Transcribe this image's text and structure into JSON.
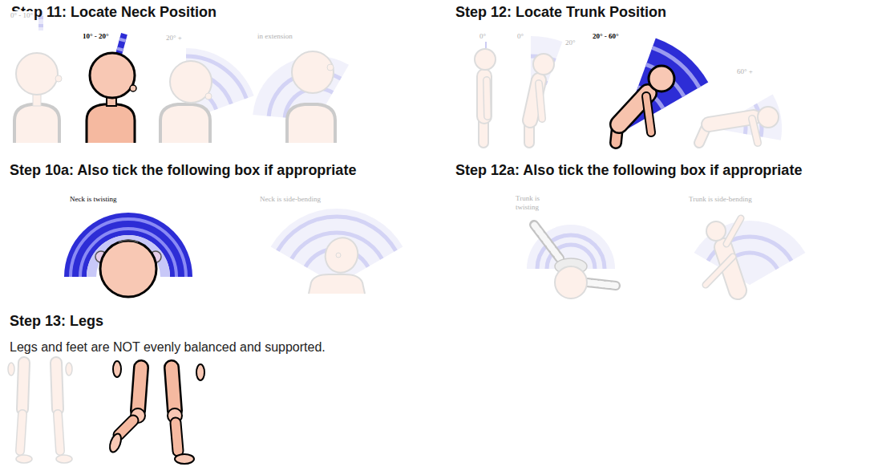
{
  "diagram": {
    "labels": [
      "Step 11: Locate Neck Position",
      "0° - 10°",
      "10° - 20°",
      "20° +",
      "in extension",
      "Step 12: Locate Trunk Position",
      "0°",
      "0°",
      "20°",
      "20° - 60°",
      "60° +",
      "Step 10a: Also tick the following box if appropriate",
      "Neck is twisting",
      "Neck is side-bending",
      "Step 12a: Also tick the following box if appropriate",
      "Trunk is twisting",
      "Trunk is side-bending",
      "Step 13: Legs",
      "Legs and feet are NOT evenly balanced and supported."
    ]
  }
}
